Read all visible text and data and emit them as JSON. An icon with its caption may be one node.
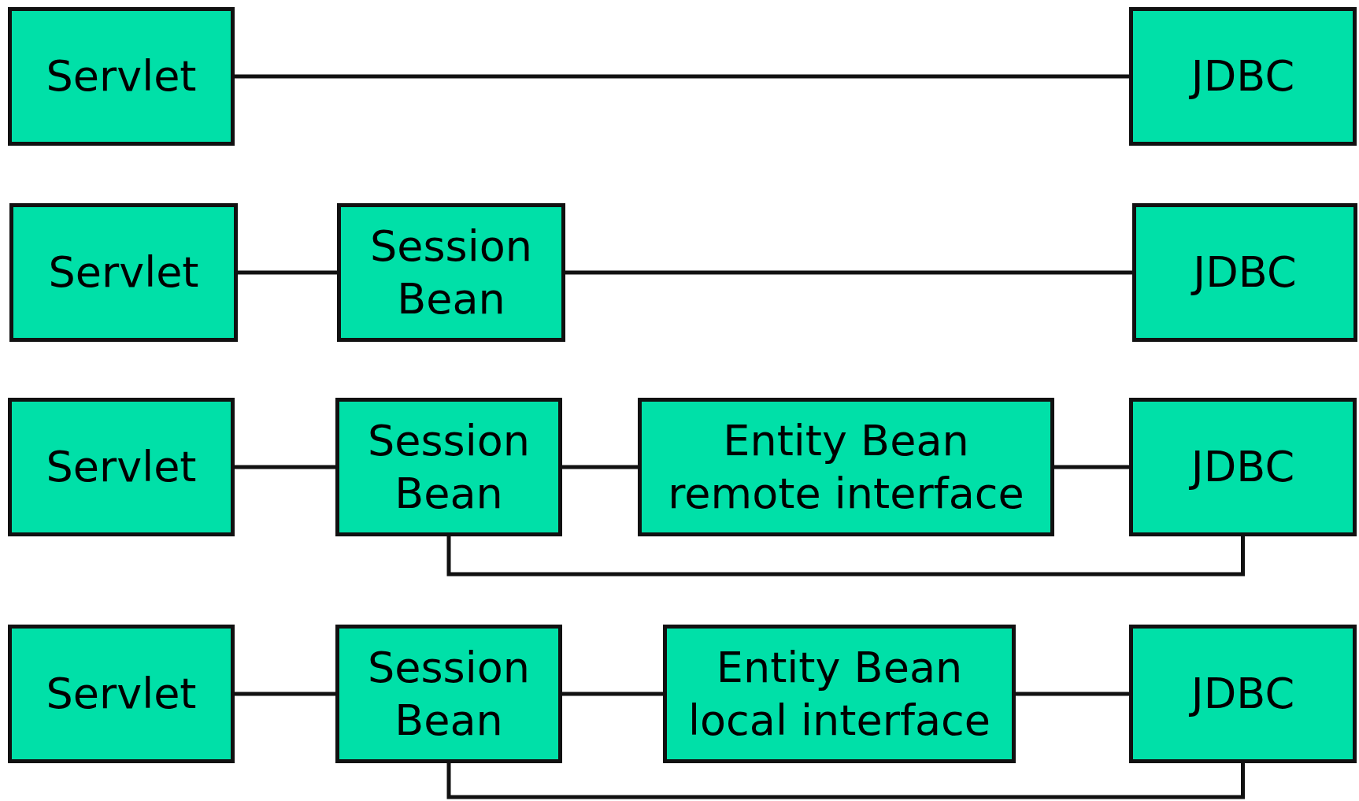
{
  "diagram": {
    "nodes": [
      {
        "text": [
          "Servlet"
        ]
      },
      {
        "text": [
          "JDBC"
        ]
      },
      {
        "text": [
          "Servlet"
        ]
      },
      {
        "text": [
          "Session Bean"
        ]
      },
      {
        "text": [
          "JDBC"
        ]
      },
      {
        "text": [
          "Servlet"
        ]
      },
      {
        "text": [
          "Session Bean"
        ]
      },
      {
        "text": [
          "Entity Bean remote interface"
        ]
      },
      {
        "text": [
          "JDBC"
        ]
      },
      {
        "text": [
          "Servlet"
        ]
      },
      {
        "text": [
          "Session Bean"
        ]
      },
      {
        "text": [
          "Entity Bean local interface"
        ]
      },
      {
        "text": [
          "JDBC"
        ]
      }
    ],
    "edges": [
      {
        "from": 0,
        "to": 1,
        "arrow": "none"
      },
      {
        "from": 2,
        "to": 3,
        "arrow": "none"
      },
      {
        "from": 3,
        "to": 4,
        "arrow": "none"
      },
      {
        "from": 5,
        "to": 6,
        "arrow": "none"
      },
      {
        "from": 6,
        "to": 7,
        "arrow": "none"
      },
      {
        "from": 7,
        "to": 8,
        "arrow": "none"
      },
      {
        "from": 6,
        "to": 8,
        "arrow": "none"
      },
      {
        "from": 9,
        "to": 10,
        "arrow": "none"
      },
      {
        "from": 10,
        "to": 11,
        "arrow": "none"
      },
      {
        "from": 11,
        "to": 12,
        "arrow": "none"
      },
      {
        "from": 10,
        "to": 12,
        "arrow": "none"
      }
    ]
  }
}
